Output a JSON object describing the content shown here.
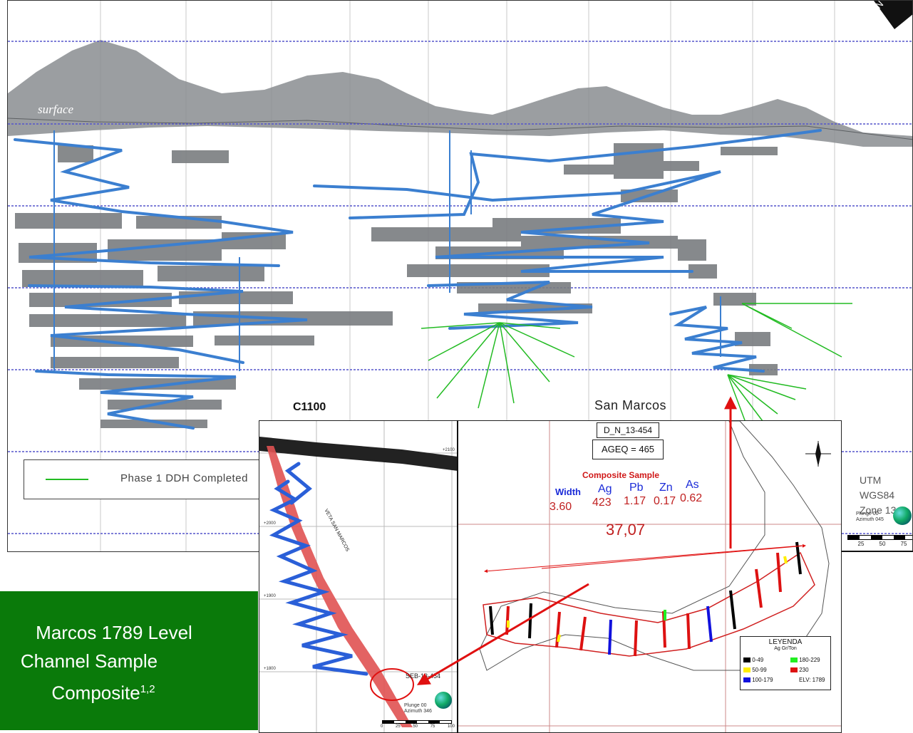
{
  "main_section": {
    "surface_label": "surface",
    "legend_label": "Phase 1 DDH Completed",
    "utm_line1": "UTM WGS84",
    "utm_line2": "Zone 13 N",
    "plunge": "Plunge 00",
    "azimuth": "Azimuth 045",
    "scale_labels": [
      "25",
      "50",
      "75"
    ],
    "north_label": "N",
    "site_label": "San Marcos",
    "colors": {
      "surface": "#8a8d90",
      "drill": "#3b7fd0",
      "ddh": "#22bb22",
      "level_lines": "#5555cc"
    }
  },
  "left_inset": {
    "label": "C1100",
    "vein_label": "VETA SAN MARCOS",
    "hole_label": "SEB-13-454",
    "plunge": "Plunge 00",
    "azimuth": "Azimuth 346",
    "scale_labels": [
      "0",
      "25",
      "50",
      "75",
      "100"
    ],
    "elevations": [
      "+2100",
      "+2000",
      "+1900",
      "+1800"
    ]
  },
  "right_inset": {
    "hole_id": "D_N_13-454",
    "ageq": "AGEQ = 465",
    "composite_title": "Composite Sample",
    "headers": [
      "Width",
      "Ag",
      "Pb",
      "Zn",
      "As"
    ],
    "values": [
      "3.60",
      "423",
      "1.17",
      "0.17",
      "0.62"
    ],
    "distance": "37,07",
    "legend": {
      "title": "LEYENDA",
      "subtitle": "Ag Gr/Ton",
      "items": [
        {
          "label": "0-49",
          "color": "#000000"
        },
        {
          "label": "180-229",
          "color": "#22ee22"
        },
        {
          "label": "50-99",
          "color": "#ffee00"
        },
        {
          "label": "230",
          "color": "#dd1111"
        },
        {
          "label": "100-179",
          "color": "#1111dd"
        },
        {
          "label": "ELV: 1789",
          "color": ""
        }
      ]
    }
  },
  "green_box": {
    "line1": "Marcos 1789 Level",
    "line2": "Channel Sample",
    "line3": "Composite",
    "superscript": "1,2"
  }
}
